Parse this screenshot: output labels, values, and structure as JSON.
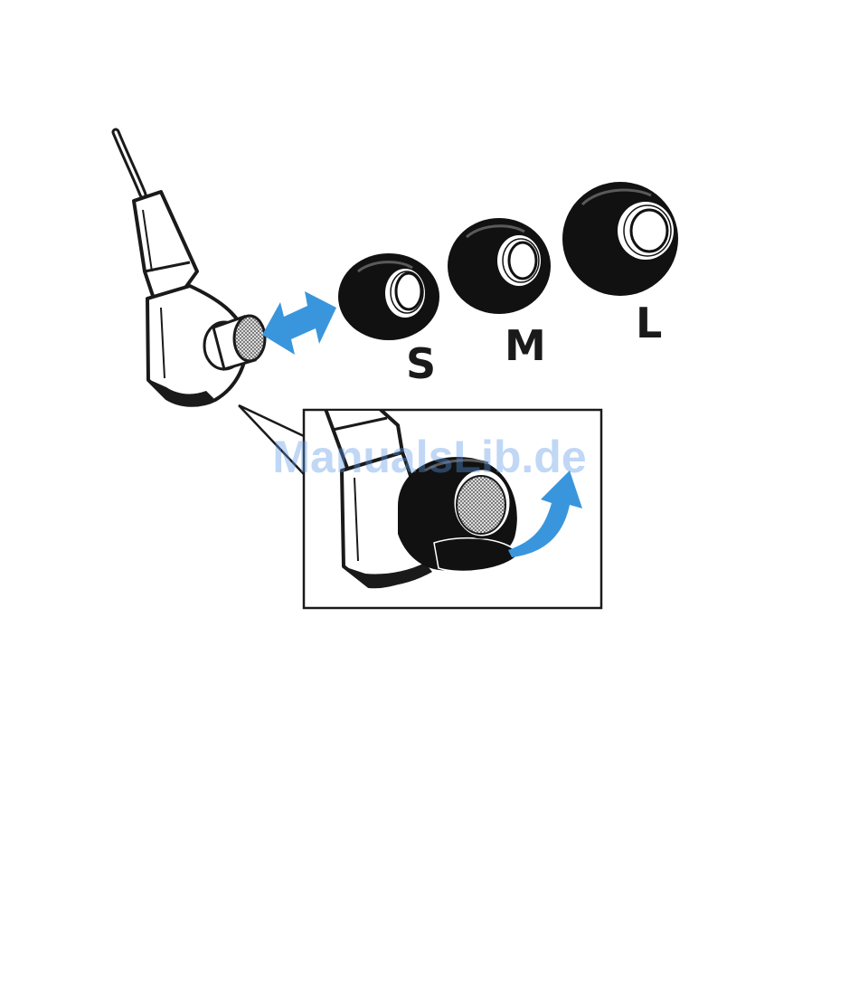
{
  "labels": {
    "small": "S",
    "medium": "M",
    "large": "L"
  },
  "watermark": "ManualsLib.de",
  "colors": {
    "arrow": "#3a96dc",
    "tip": "#111111",
    "outline": "#1a1a1a",
    "watermark": "#5a95e6"
  },
  "icons": {
    "swap": "double-headed-arrow-icon",
    "attach": "curved-arrow-icon",
    "earphone": "earphone-icon",
    "ear-tip": "ear-tip-icon"
  }
}
